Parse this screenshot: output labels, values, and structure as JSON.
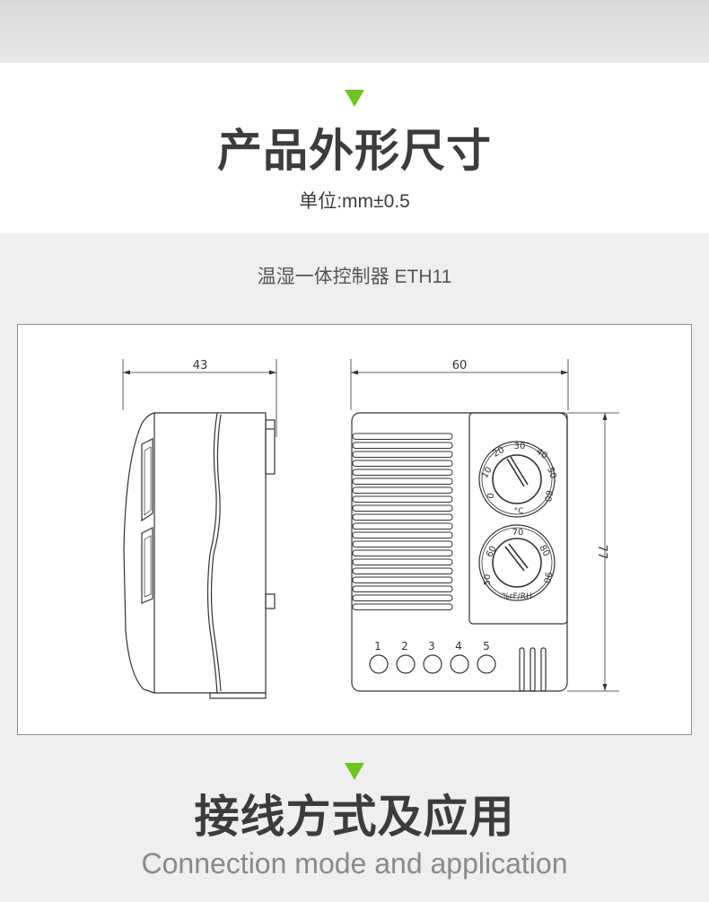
{
  "section1": {
    "title": "产品外形尺寸",
    "unit_note": "单位:mm±0.5",
    "product_name": "温湿一体控制器 ETH11"
  },
  "drawing": {
    "side_view": {
      "width_dim": "43"
    },
    "front_view": {
      "width_dim": "60",
      "height_dim": "77",
      "temp_dial": {
        "ticks": [
          "0",
          "10",
          "20",
          "30",
          "40",
          "50",
          "60"
        ],
        "unit": "°C"
      },
      "humidity_dial": {
        "ticks": [
          "50",
          "60",
          "70",
          "80",
          "90"
        ],
        "unit": "%rF/RH"
      },
      "terminals": [
        "1",
        "2",
        "3",
        "4",
        "5"
      ]
    }
  },
  "section2": {
    "title": "接线方式及应用",
    "subtitle": "Connection mode and application"
  },
  "colors": {
    "accent": "#71c31e",
    "heading": "#3c3c3c",
    "line": "#333333"
  }
}
